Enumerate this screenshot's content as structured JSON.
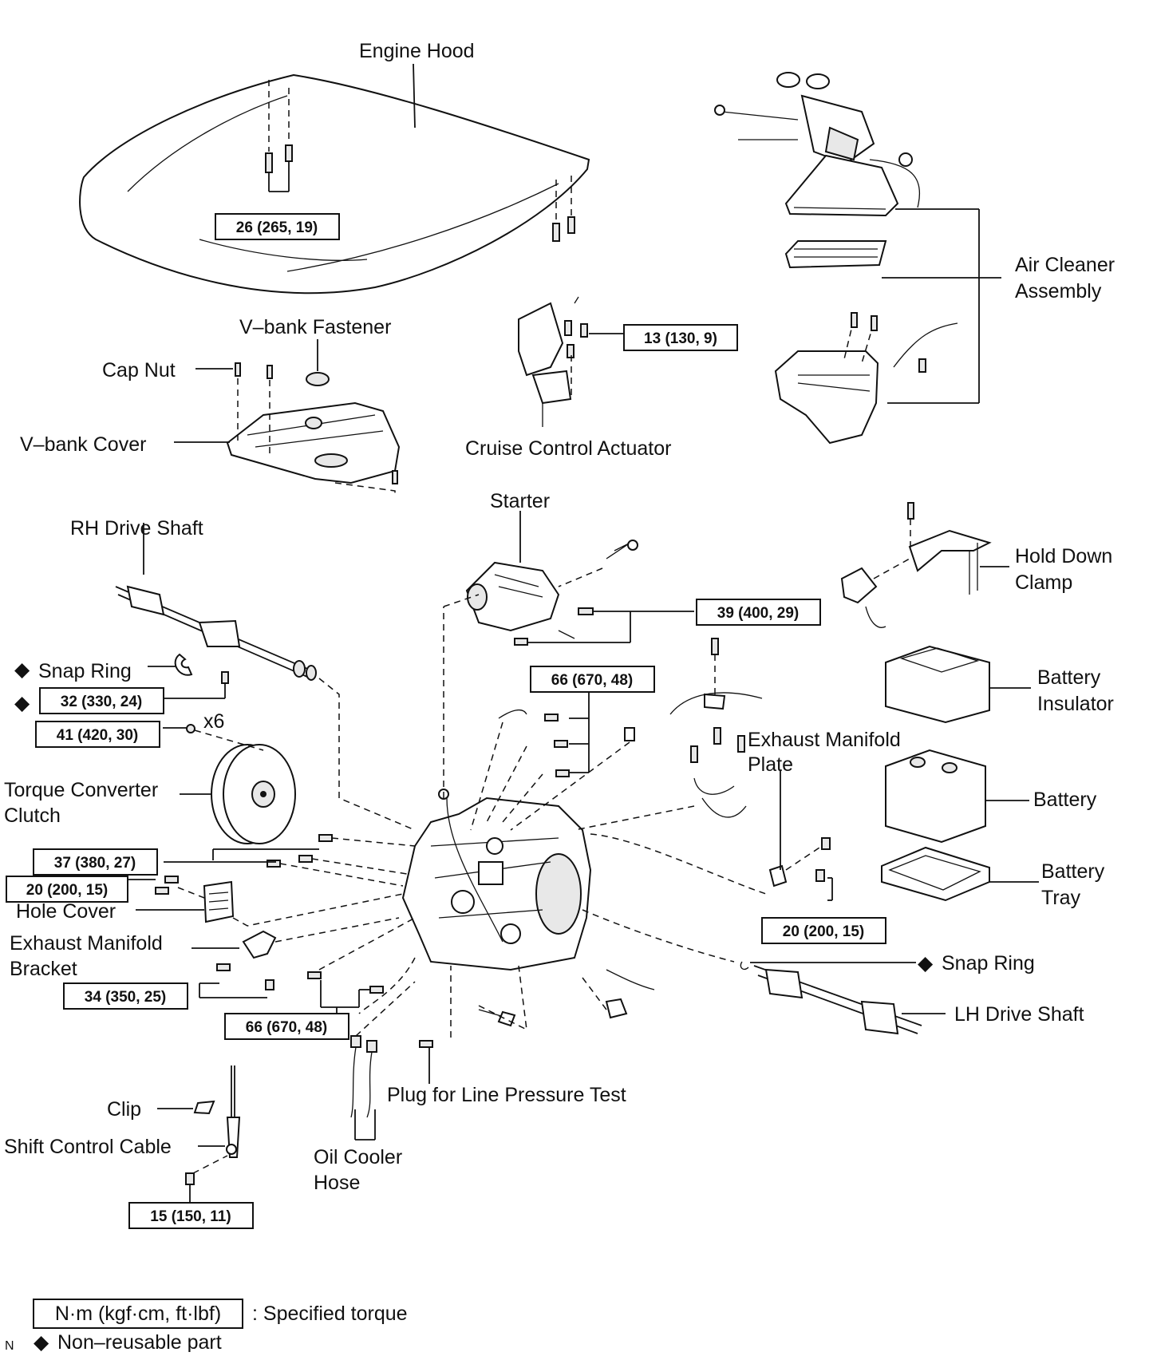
{
  "labels": {
    "engine_hood": "Engine Hood",
    "air_cleaner": [
      "Air Cleaner",
      "Assembly"
    ],
    "v_bank_fastener": "V–bank Fastener",
    "cap_nut": "Cap Nut",
    "v_bank_cover": "V–bank Cover",
    "cruise_control_actuator": "Cruise Control Actuator",
    "starter": "Starter",
    "rh_drive_shaft": "RH Drive Shaft",
    "hold_down_clamp": [
      "Hold Down",
      "Clamp"
    ],
    "snap_ring_upper": "Snap Ring",
    "x6": "x6",
    "battery_insulator": [
      "Battery",
      "Insulator"
    ],
    "exhaust_manifold_plate": [
      "Exhaust Manifold",
      "Plate"
    ],
    "torque_converter_clutch": [
      "Torque Converter",
      "Clutch"
    ],
    "battery": "Battery",
    "battery_tray": [
      "Battery",
      "Tray"
    ],
    "hole_cover": "Hole Cover",
    "exhaust_manifold_bracket": [
      "Exhaust Manifold",
      "Bracket"
    ],
    "snap_ring_lower": "Snap Ring",
    "lh_drive_shaft": "LH Drive Shaft",
    "plug_line_pressure": "Plug for Line Pressure Test",
    "clip": "Clip",
    "shift_control_cable": "Shift Control Cable",
    "oil_cooler_hose": [
      "Oil Cooler",
      "Hose"
    ]
  },
  "torques": {
    "hood": "26 (265, 19)",
    "cruise": "13 (130, 9)",
    "starter": "39 (400, 29)",
    "trans_upper": "66 (670, 48)",
    "snap_ring_bolt": "32 (330, 24)",
    "converter": "41 (420, 30)",
    "t37": "37 (380, 27)",
    "t20_left": "20 (200, 15)",
    "t20_right": "20 (200, 15)",
    "bracket": "34 (350, 25)",
    "trans_lower": "66 (670, 48)",
    "shift_cable": "15 (150, 11)"
  },
  "legend": {
    "unit_box": "N·m (kgf·cm, ft·lbf)",
    "unit_desc": ": Specified torque",
    "non_reusable": "Non–reusable part",
    "corner_mark": "N"
  },
  "symbols": {
    "non_reusable_mark": "◆"
  }
}
